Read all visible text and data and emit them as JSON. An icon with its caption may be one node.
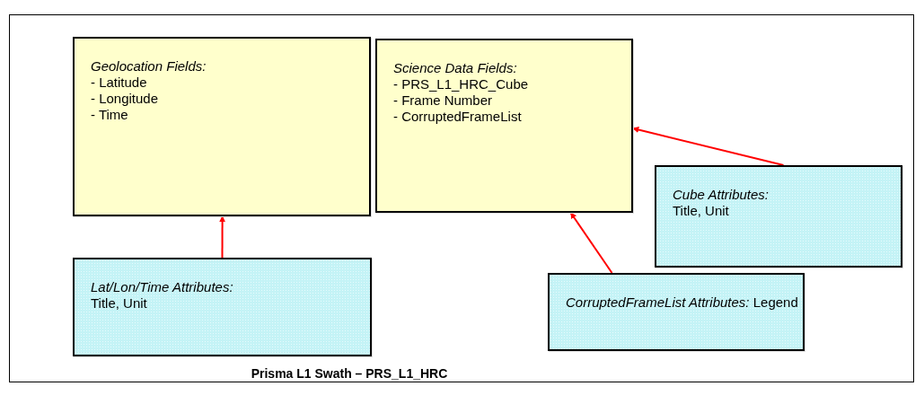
{
  "diagram": {
    "nodes": [
      {
        "text": [
          "Prisma L1 Swath – PRS_L1_HRC"
        ]
      },
      {
        "text": [
          "Geolocation Fields:",
          "- Latitude",
          "- Longitude",
          "- Time"
        ],
        "in": 0
      },
      {
        "text": [
          "Science Data Fields:",
          "- PRS_L1_HRC_Cube",
          "- Frame Number",
          "- CorruptedFrameList"
        ],
        "in": 0
      },
      {
        "text": [
          "Lat/Lon/Time Attributes:",
          "Title, Unit"
        ],
        "in": 0
      },
      {
        "text": [
          "Cube Attributes:",
          "Title, Unit"
        ],
        "in": 0
      },
      {
        "text": [
          "*CorruptedFrameList Attributes:* Legend"
        ],
        "in": 0
      }
    ],
    "edges": [
      {
        "from": 3,
        "to": 1,
        "arrow": "to"
      },
      {
        "from": 4,
        "to": 2,
        "arrow": "to"
      },
      {
        "from": 5,
        "to": 2,
        "arrow": "to"
      }
    ]
  }
}
